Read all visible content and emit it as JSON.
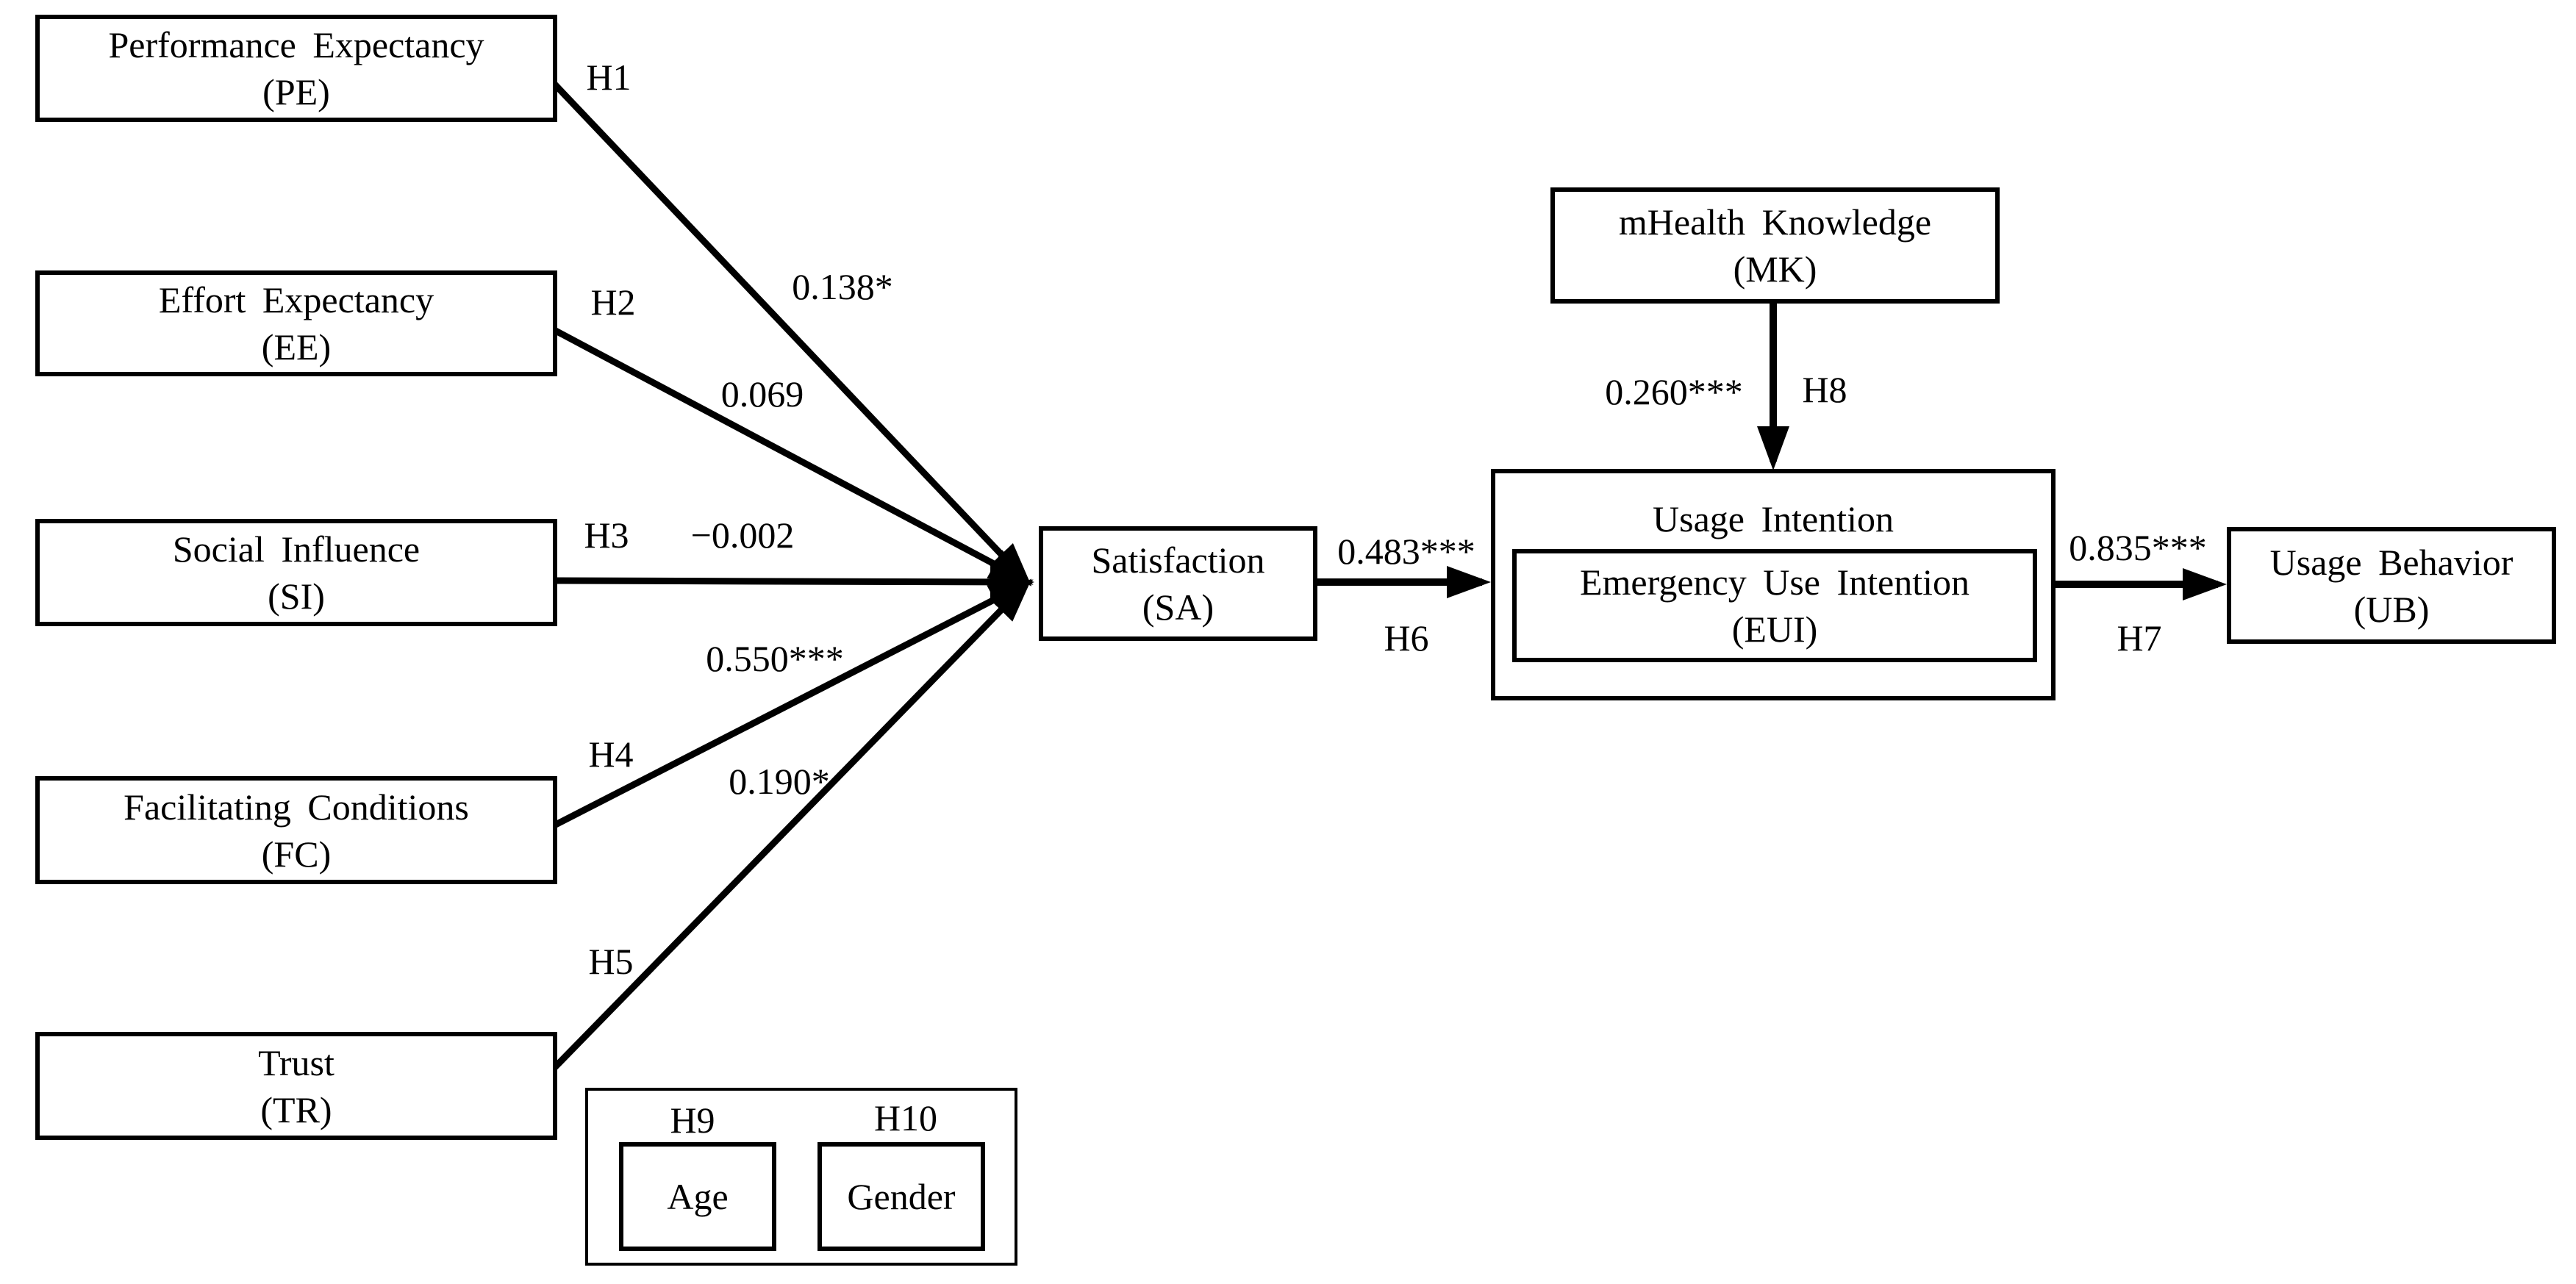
{
  "figure": {
    "type": "structural-model-path-diagram",
    "colors": {
      "background": "#ffffff",
      "line": "#000000",
      "text": "#000000"
    },
    "constructs": {
      "pe": {
        "name": "Performance Expectancy",
        "abbr": "(PE)"
      },
      "ee": {
        "name": "Effort Expectancy",
        "abbr": "(EE)"
      },
      "si": {
        "name": "Social Influence",
        "abbr": "(SI)"
      },
      "fc": {
        "name": "Facilitating Conditions",
        "abbr": "(FC)"
      },
      "tr": {
        "name": "Trust",
        "abbr": "(TR)"
      },
      "sa": {
        "name": "Satisfaction",
        "abbr": "(SA)"
      },
      "mk": {
        "name": "mHealth Knowledge",
        "abbr": "(MK)"
      },
      "ui": {
        "name": "Usage Intention"
      },
      "eui": {
        "name": "Emergency Use Intention",
        "abbr": "(EUI)"
      },
      "ub": {
        "name": "Usage Behavior",
        "abbr": "(UB)"
      },
      "age": {
        "name": "Age"
      },
      "gender": {
        "name": "Gender"
      }
    },
    "paths": {
      "h1": {
        "label": "H1",
        "coefficient": "0.138*"
      },
      "h2": {
        "label": "H2",
        "coefficient": "0.069"
      },
      "h3": {
        "label": "H3",
        "coefficient": "−0.002"
      },
      "h4": {
        "label": "H4",
        "coefficient": "0.550***"
      },
      "h5": {
        "label": "H5",
        "coefficient": "0.190*"
      },
      "h6": {
        "label": "H6",
        "coefficient": "0.483***"
      },
      "h7": {
        "label": "H7",
        "coefficient": "0.835***"
      },
      "h8": {
        "label": "H8",
        "coefficient": "0.260***"
      },
      "h9": {
        "label": "H9"
      },
      "h10": {
        "label": "H10"
      }
    }
  }
}
